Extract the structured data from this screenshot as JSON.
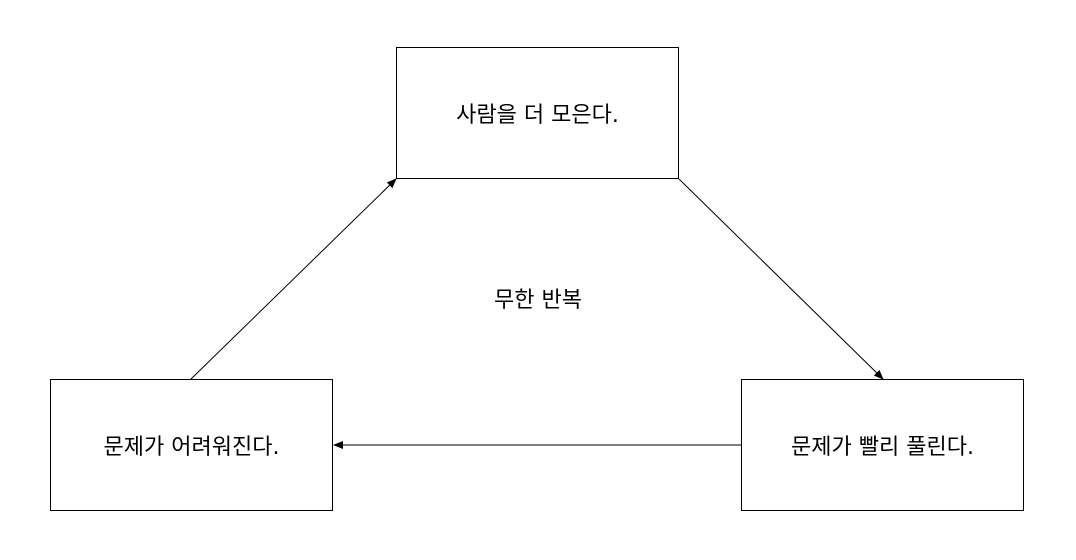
{
  "nodes": {
    "top": {
      "label": "사람을 더 모은다."
    },
    "left": {
      "label": "문제가 어려워진다."
    },
    "right": {
      "label": "문제가 빨리 풀린다."
    }
  },
  "center": {
    "label": "무한 반복"
  },
  "edges": [
    {
      "from": "left",
      "to": "top"
    },
    {
      "from": "top",
      "to": "right"
    },
    {
      "from": "right",
      "to": "left"
    }
  ],
  "colors": {
    "stroke": "#000000",
    "background": "#ffffff"
  }
}
